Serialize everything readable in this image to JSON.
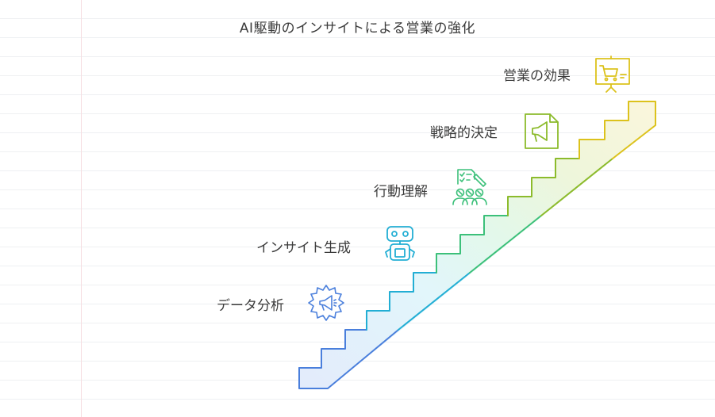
{
  "title": "AI駆動のインサイトによる営業の強化",
  "steps": [
    {
      "label": "データ分析",
      "icon": "gear-megaphone-icon",
      "color": "#4a7fdc"
    },
    {
      "label": "インサイト生成",
      "icon": "robot-icon",
      "color": "#22aed4"
    },
    {
      "label": "行動理解",
      "icon": "team-checklist-icon",
      "color": "#3cc07a"
    },
    {
      "label": "戦略的決定",
      "icon": "megaphone-document-icon",
      "color": "#8cbb2c"
    },
    {
      "label": "営業の効果",
      "icon": "cart-presentation-icon",
      "color": "#dcc21c"
    }
  ]
}
